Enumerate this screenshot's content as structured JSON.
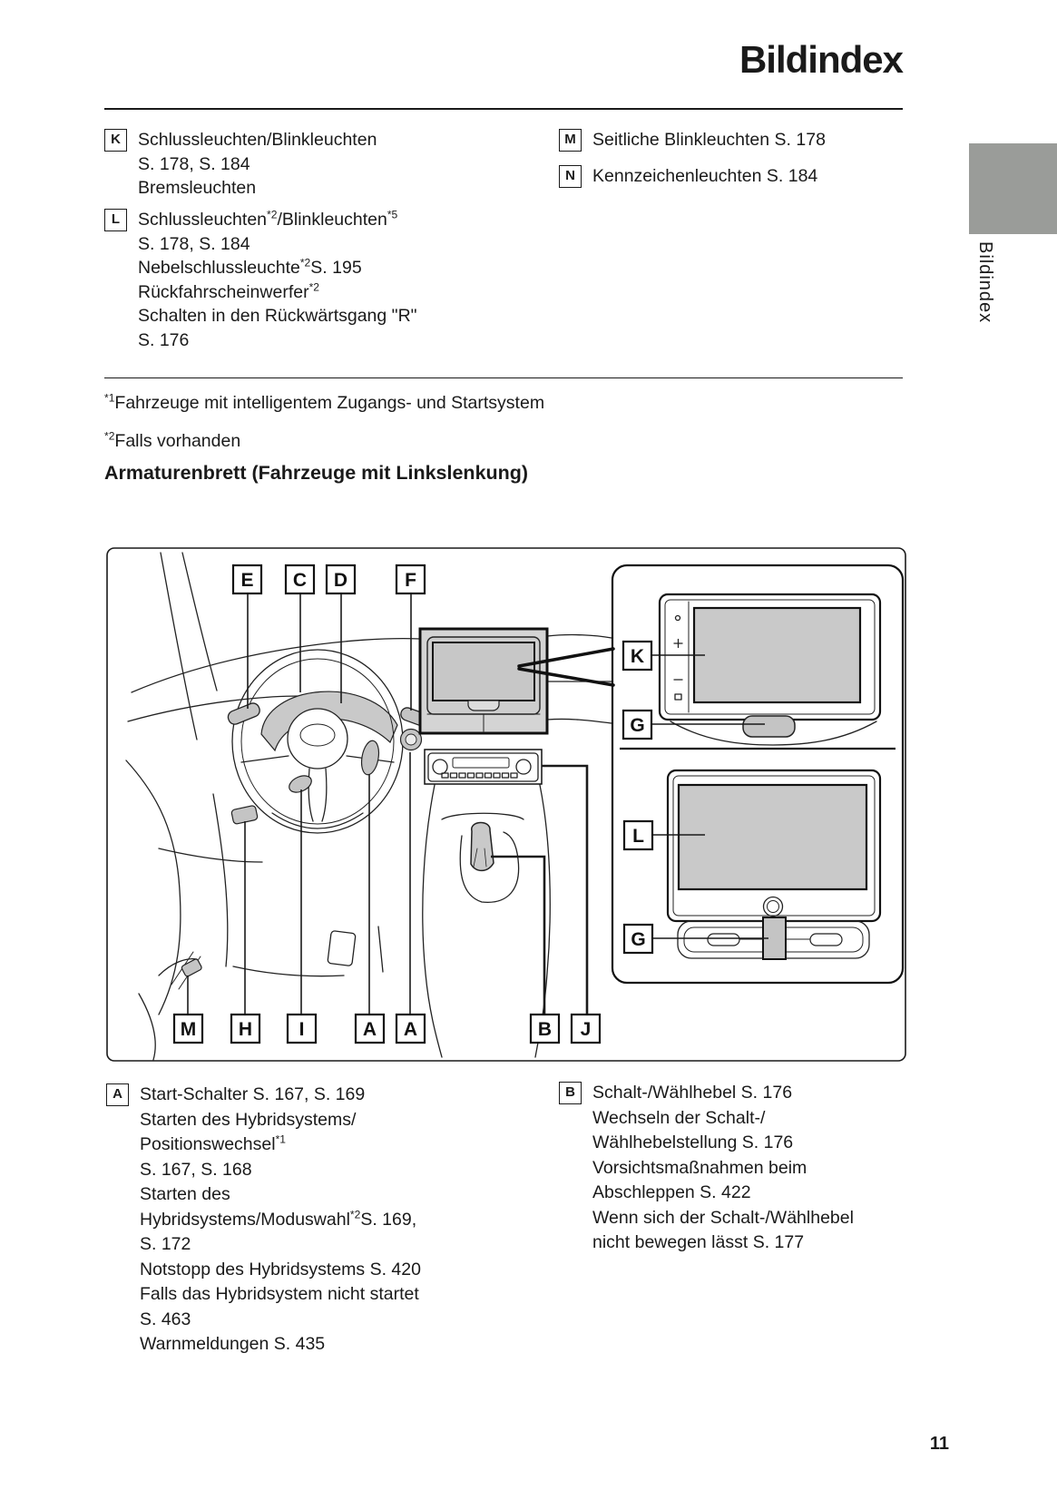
{
  "header": {
    "title": "Bildindex"
  },
  "sidebar_tab": {
    "label": "Bildindex"
  },
  "colors": {
    "ink": "#1a1a1a",
    "tab_gray": "#9a9c99",
    "screen_gray": "#c9c9c9",
    "unit_gray": "#d4d4d4",
    "control_gray": "#c4c4c4",
    "page_bg": "#ffffff"
  },
  "index_top": {
    "left": [
      {
        "letter": "K",
        "lines": [
          [
            {
              "t": "Schlussleuchten/Blinkleuchten"
            }
          ],
          [
            {
              "t": "S. 178, S. 184"
            }
          ],
          [
            {
              "t": "Bremsleuchten"
            }
          ]
        ]
      },
      {
        "letter": "L",
        "lines": [
          [
            {
              "t": "Schlussleuchten"
            },
            {
              "s": "*2"
            },
            {
              "t": "/Blinkleuchten"
            },
            {
              "s": "*5"
            }
          ],
          [
            {
              "t": "S. 178, S. 184"
            }
          ],
          [
            {
              "t": "Nebelschlussleuchte"
            },
            {
              "s": "*2"
            },
            {
              "t": "S. 195"
            }
          ],
          [
            {
              "t": "Rückfahrscheinwerfer"
            },
            {
              "s": "*2"
            }
          ],
          [
            {
              "t": "Schalten in den Rückwärtsgang \"R\""
            }
          ],
          [
            {
              "t": "S. 176"
            }
          ]
        ]
      }
    ],
    "right": [
      {
        "letter": "M",
        "lines": [
          [
            {
              "t": "Seitliche Blinkleuchten S. 178"
            }
          ]
        ]
      },
      {
        "letter": "N",
        "lines": [
          [
            {
              "t": "Kennzeichenleuchten S. 184"
            }
          ]
        ]
      }
    ]
  },
  "footnotes": [
    [
      {
        "s": "*1"
      },
      {
        "t": "Fahrzeuge mit intelligentem Zugangs- und Startsystem"
      }
    ],
    [
      {
        "s": "*2"
      },
      {
        "t": "Falls vorhanden"
      }
    ]
  ],
  "section": {
    "heading": "Armaturenbrett (Fahrzeuge mit Linkslenkung)"
  },
  "diagram": {
    "letters": {
      "top": [
        "E",
        "C",
        "D",
        "F"
      ],
      "bottom": [
        "M",
        "H",
        "I",
        "A",
        "A",
        "B",
        "J"
      ],
      "right": [
        "K",
        "G",
        "L",
        "G"
      ]
    }
  },
  "index_bottom": {
    "left": [
      {
        "letter": "A",
        "lines": [
          [
            {
              "t": "Start-Schalter S. 167, S. 169"
            }
          ],
          [
            {
              "t": "Starten des Hybridsystems/"
            }
          ],
          [
            {
              "t": "Positionswechsel"
            },
            {
              "s": "*1"
            }
          ],
          [
            {
              "t": "S. 167, S. 168"
            }
          ],
          [
            {
              "t": "Starten des"
            }
          ],
          [
            {
              "t": "Hybridsystems/Moduswahl"
            },
            {
              "s": "*2"
            },
            {
              "t": "S. 169,"
            }
          ],
          [
            {
              "t": "S. 172"
            }
          ],
          [
            {
              "t": "Notstopp des Hybridsystems S. 420"
            }
          ],
          [
            {
              "t": "Falls das Hybridsystem nicht startet"
            }
          ],
          [
            {
              "t": "S. 463"
            }
          ],
          [
            {
              "t": "Warnmeldungen S. 435"
            }
          ]
        ]
      }
    ],
    "right": [
      {
        "letter": "B",
        "lines": [
          [
            {
              "t": "Schalt-/Wählhebel S. 176"
            }
          ],
          [
            {
              "t": "Wechseln der Schalt-/"
            }
          ],
          [
            {
              "t": "Wählhebelstellung S. 176"
            }
          ],
          [
            {
              "t": "Vorsichtsmaßnahmen beim"
            }
          ],
          [
            {
              "t": "Abschleppen S. 422"
            }
          ],
          [
            {
              "t": "Wenn sich der Schalt-/Wählhebel"
            }
          ],
          [
            {
              "t": "nicht bewegen lässt S. 177"
            }
          ]
        ]
      }
    ]
  },
  "footer": {
    "page_number": "11"
  }
}
